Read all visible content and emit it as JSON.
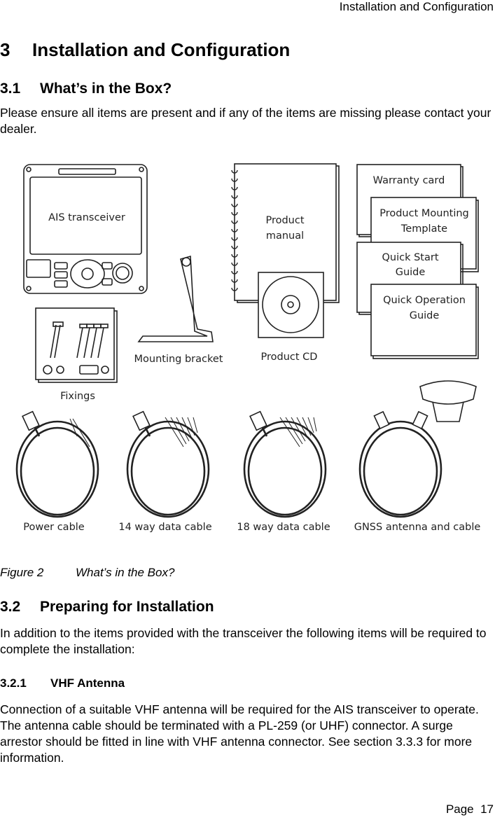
{
  "running_header": "Installation and Configuration",
  "chapter": {
    "number": "3",
    "title": "Installation and Configuration"
  },
  "section1": {
    "number": "3.1",
    "title": "What’s in the Box?",
    "body": "Please ensure all items are present and if any of the items are missing please contact your dealer."
  },
  "figure": {
    "labels": {
      "ais": "AIS transceiver",
      "manual_1": "Product",
      "manual_2": "manual",
      "warranty": "Warranty card",
      "mounting_template_1": "Product Mounting",
      "mounting_template_2": "Template",
      "quickstart_1": "Quick Start",
      "quickstart_2": "Guide",
      "quickop_1": "Quick Operation",
      "quickop_2": "Guide",
      "fixings": "Fixings",
      "bracket": "Mounting bracket",
      "cd": "Product CD",
      "power": "Power cable",
      "data14": "14 way data cable",
      "data18": "18 way data cable",
      "gnss": "GNSS antenna and cable"
    },
    "caption_label": "Figure 2",
    "caption_text": "What’s in the Box?"
  },
  "section2": {
    "number": "3.2",
    "title": "Preparing for Installation",
    "body": "In addition to the items provided with the transceiver the following items will be required to complete the installation:"
  },
  "subsection": {
    "number": "3.2.1",
    "title": "VHF Antenna",
    "body": "Connection of a suitable VHF antenna will be required for the AIS transceiver to operate. The antenna cable should be terminated with a PL-259 (or UHF) connector. A surge arrestor should be fitted in line with VHF antenna connector. See section 3.3.3 for more information."
  },
  "footer": "Page  17"
}
